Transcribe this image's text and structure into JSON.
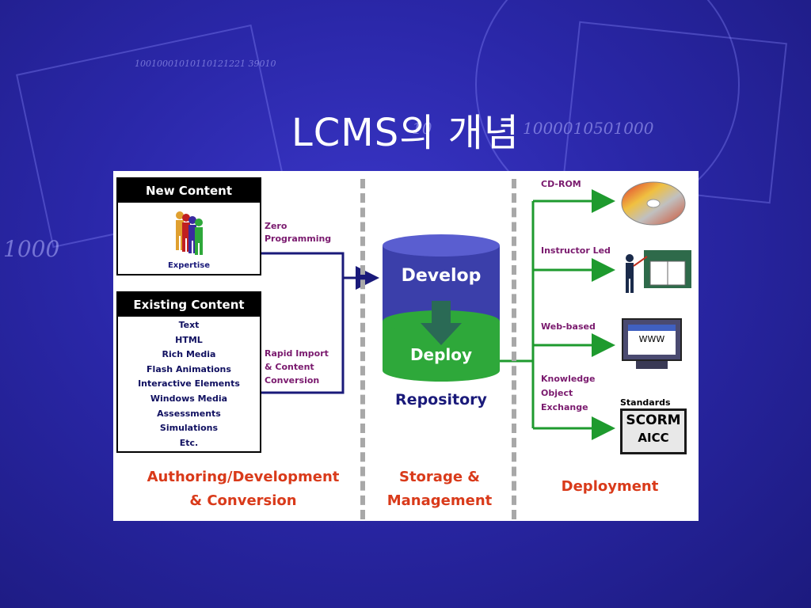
{
  "slide": {
    "title": "LCMS의 개념",
    "bg_digits_1": "10010001010110121221 39010",
    "bg_digits_2": "1000010501000",
    "bg_digits_3": "10",
    "bg_digits_4": "1000"
  },
  "authoring": {
    "new_content": {
      "title": "New Content",
      "caption": "Expertise"
    },
    "existing_content": {
      "title": "Existing Content",
      "items": [
        "Text",
        "HTML",
        "Rich Media",
        "Flash Animations",
        "Interactive Elements",
        "Windows Media",
        "Assessments",
        "Simulations",
        "Etc."
      ]
    },
    "zero_programming": [
      "Zero",
      "Programming"
    ],
    "rapid_import": [
      "Rapid Import",
      "& Content",
      "Conversion"
    ],
    "footer": [
      "Authoring/Development",
      "& Conversion"
    ]
  },
  "storage": {
    "develop": "Develop",
    "deploy": "Deploy",
    "repository": "Repository",
    "footer": [
      "Storage &",
      "Management"
    ]
  },
  "deployment": {
    "cdrom": "CD-ROM",
    "instructor": "Instructor Led",
    "web": "Web-based",
    "www": "WWW",
    "knowledge": [
      "Knowledge",
      "Object",
      "Exchange"
    ],
    "standards": "Standards",
    "scorm": "SCORM",
    "aicc": "AICC",
    "footer": "Deployment"
  },
  "colors": {
    "navy_arrow": "#1a1a7a",
    "green_arrow": "#1e9a2e",
    "red_label": "#d93a1a",
    "purple_label": "#7a1a6e",
    "cylinder_top": "#3b3faa",
    "cylinder_bottom": "#2ea83a"
  }
}
